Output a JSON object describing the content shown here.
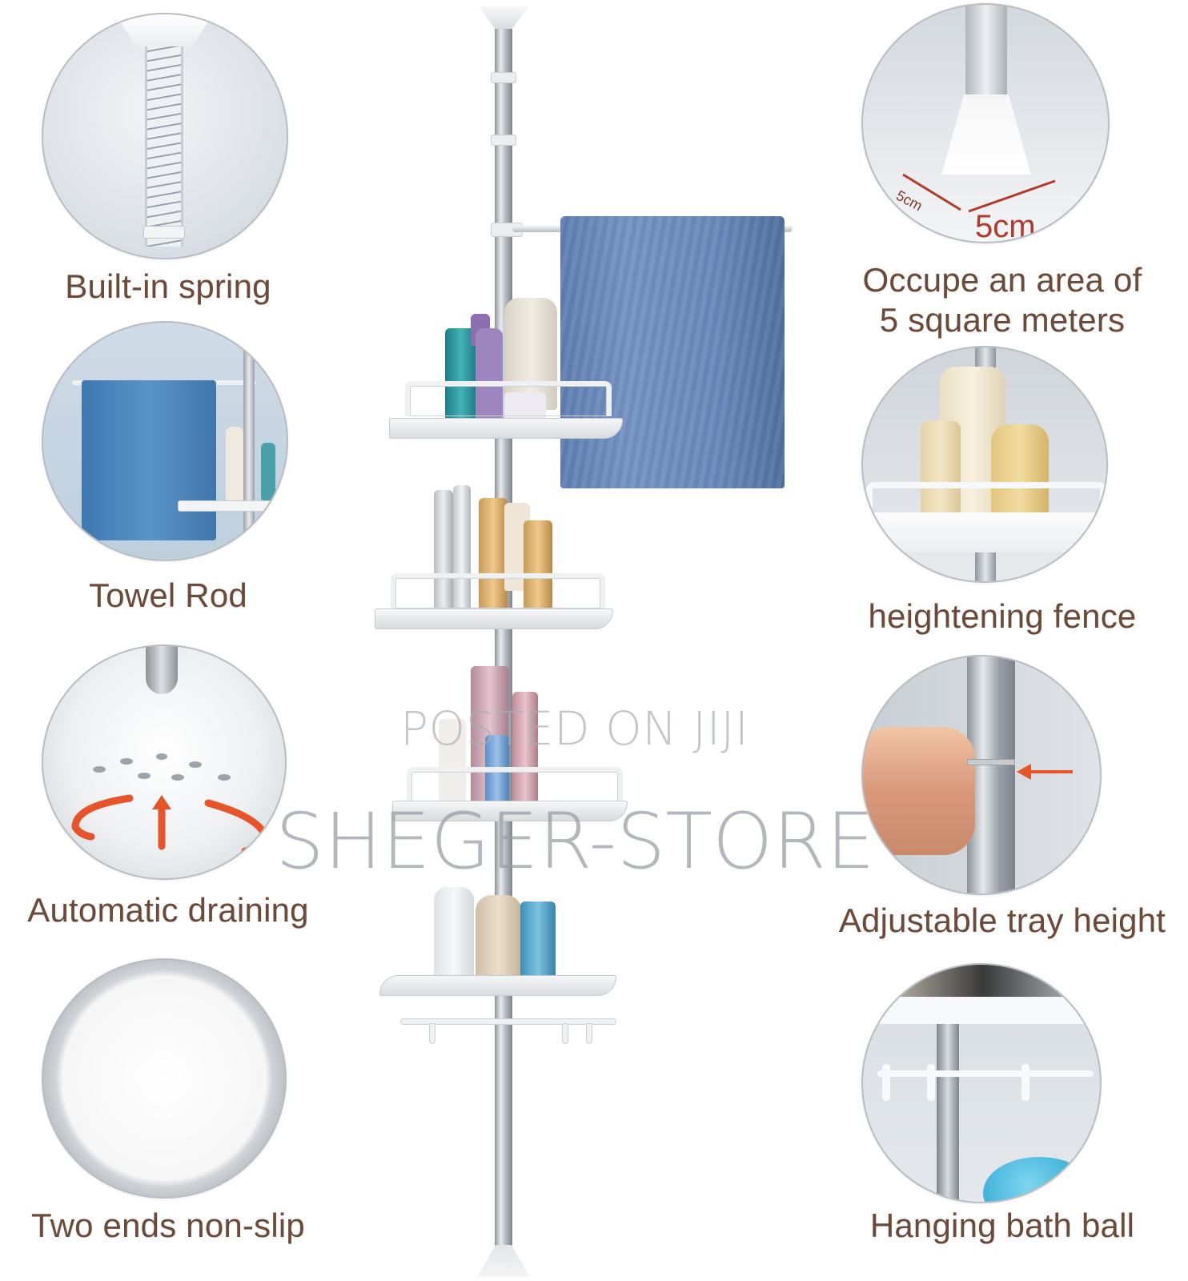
{
  "watermarks": {
    "posted": "POSTED ON JIJI",
    "store": "SHEGER-STORE"
  },
  "colors": {
    "label_text": "#6a4a3a",
    "accent_arrow": "#e8542a",
    "towel": "#6a88bc",
    "background": "#ffffff"
  },
  "features_left": [
    {
      "label": "Built-in spring",
      "icon": "spring-icon"
    },
    {
      "label": "Towel Rod",
      "icon": "towel-rod-icon"
    },
    {
      "label": "Automatic draining",
      "icon": "drain-holes-icon"
    },
    {
      "label": "Two ends non-slip",
      "icon": "non-slip-pad-icon"
    }
  ],
  "features_right": [
    {
      "label_line1": "Occupe an area of",
      "label_line2": "5 square meters",
      "icon": "corner-base-icon",
      "dimension_a": "5cm",
      "dimension_b": "5cm"
    },
    {
      "label": "heightening fence",
      "icon": "shelf-fence-icon"
    },
    {
      "label": "Adjustable tray height",
      "icon": "adjust-clip-icon"
    },
    {
      "label": "Hanging bath ball",
      "icon": "hook-bar-icon"
    }
  ],
  "product": {
    "name": "corner-shower-caddy-tension-pole",
    "shelf_count": 4,
    "has_towel_bar": true,
    "has_hooks": true
  }
}
